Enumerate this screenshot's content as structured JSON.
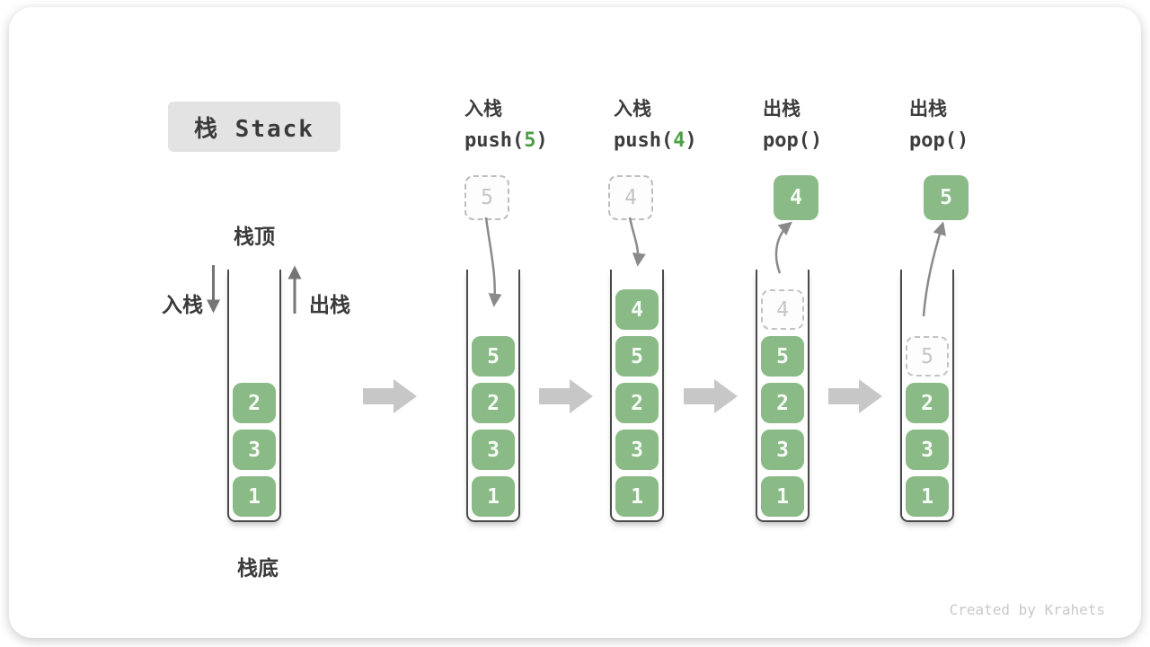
{
  "title": "栈 Stack",
  "footer": "Created by Krahets",
  "side_labels": {
    "stack_top": "栈顶",
    "stack_bottom": "栈底",
    "push": "入栈",
    "pop": "出栈"
  },
  "operations": [
    {
      "name": "入栈",
      "code_pre": "push(",
      "code_arg": "5",
      "code_post": ")"
    },
    {
      "name": "入栈",
      "code_pre": "push(",
      "code_arg": "4",
      "code_post": ")"
    },
    {
      "name": "出栈",
      "code_pre": "pop()",
      "code_arg": "",
      "code_post": ""
    },
    {
      "name": "出栈",
      "code_pre": "pop()",
      "code_arg": "",
      "code_post": ""
    }
  ],
  "stacks": [
    {
      "blocks": [
        "2",
        "3",
        "1"
      ]
    },
    {
      "incoming_value": "5",
      "blocks": [
        "5",
        "2",
        "3",
        "1"
      ]
    },
    {
      "incoming_value": "4",
      "blocks": [
        "4",
        "5",
        "2",
        "3",
        "1"
      ]
    },
    {
      "popped_value": "4",
      "ghost_value": "4",
      "blocks": [
        "5",
        "2",
        "3",
        "1"
      ]
    },
    {
      "popped_value": "5",
      "ghost_value": "5",
      "blocks": [
        "2",
        "3",
        "1"
      ]
    }
  ],
  "colors": {
    "block_green": "#8aba86",
    "code_arg_green": "#4d9e46",
    "text_dark": "#3b3b3b",
    "ghost_border": "#bdbdbd",
    "ghost_text": "#c4c4c4",
    "curved_arrow": "#8a8a8a",
    "straight_arrow": "#757575",
    "transition_arrow": "#c7c7c7",
    "stack_wall": "#4a4a4a",
    "title_bg": "#e3e3e3",
    "footer_text": "#c9c9c9"
  }
}
